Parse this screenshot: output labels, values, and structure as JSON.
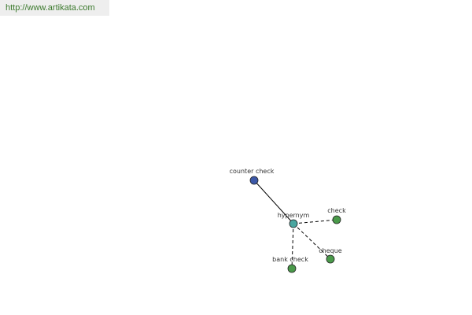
{
  "header": {
    "url": "http://www.artikata.com"
  },
  "graph": {
    "center": {
      "id": "hypernym",
      "label": "hypernym",
      "color": "#4aa6a0"
    },
    "nodes": [
      {
        "id": "counter-check",
        "label": "counter check",
        "color": "#3c58a8",
        "link_style": "solid"
      },
      {
        "id": "check",
        "label": "check",
        "color": "#4a9a4a",
        "link_style": "dashed"
      },
      {
        "id": "cheque",
        "label": "cheque",
        "color": "#4a9a4a",
        "link_style": "dashed"
      },
      {
        "id": "bank-check",
        "label": "bank check",
        "color": "#4a9a4a",
        "link_style": "dashed"
      }
    ],
    "link_color": "#000000"
  }
}
